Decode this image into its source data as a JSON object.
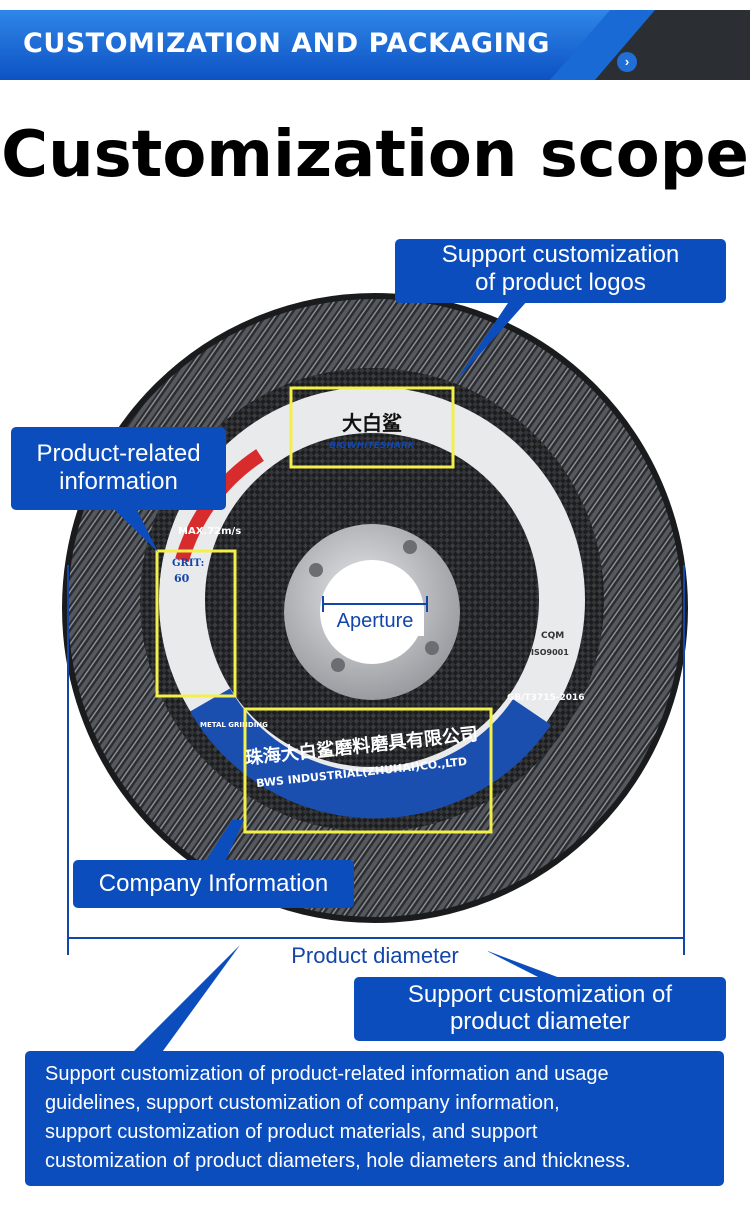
{
  "banner": {
    "title": "CUSTOMIZATION AND PACKAGING",
    "chevron_icon": "chevron-right-icon"
  },
  "main_title": "Customization scope",
  "disc_labels": {
    "brand_cn": "大白鲨",
    "brand_en": "BIGWHITESHARK",
    "speed": "MAX.72m/s",
    "grit_label": "GRIT:",
    "grit_value": "60",
    "standard": "GB/T3715-2016",
    "company_cn": "珠海大白鲨磨料磨具有限公司",
    "company_en": "BWS INDUSTRIAL(ZHUHAI)CO.,LTD",
    "metal_grinding": "METAL GRINDING",
    "cert_cqm": "CQM",
    "cert_iso": "ISO9001"
  },
  "callouts": {
    "logo": [
      "Support customization",
      "of product logos"
    ],
    "product_info": [
      "Product-related",
      "information"
    ],
    "company": "Company Information",
    "diameter": [
      "Support customization of",
      "product diameter"
    ],
    "description": [
      "Support customization of product-related information and usage",
      "guidelines, support customization of company information,",
      "support customization of product materials, and support",
      "customization of product diameters, hole diameters and thickness."
    ]
  },
  "labels": {
    "aperture": "Aperture",
    "product_diameter": "Product diameter"
  },
  "colors": {
    "banner_blue": "#1a6ad6",
    "callout_blue": "#0b4dbd",
    "highlight_yellow": "#f4f04a",
    "label_blue": "#1346a8"
  }
}
